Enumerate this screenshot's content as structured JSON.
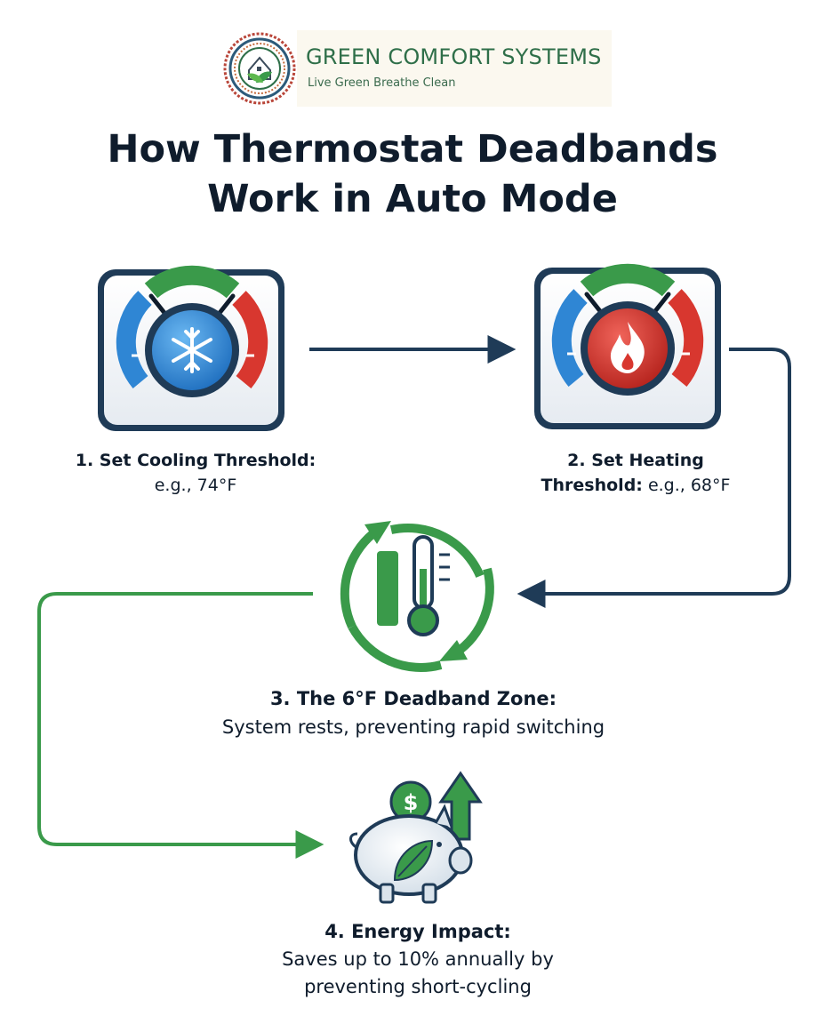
{
  "brand": {
    "name": "GREEN COMFORT SYSTEMS",
    "tagline": "Live Green Breathe Clean",
    "logo_icon": "house-leaf-seal-icon"
  },
  "title": {
    "line1": "How Thermostat Deadbands",
    "line2": "Work in Auto Mode"
  },
  "steps": [
    {
      "heading": "1. Set Cooling Threshold:",
      "text": "e.g., 74°F",
      "icon": "snowflake-dial-icon"
    },
    {
      "heading": "2. Set Heating Threshold:",
      "heading_a": "2. Set Heating",
      "heading_b": "Threshold:",
      "text": "e.g., 68°F",
      "icon": "flame-dial-icon"
    },
    {
      "heading": "3. The 6°F Deadband Zone:",
      "text": "System rests, preventing rapid switching",
      "icon": "thermometer-cycle-icon"
    },
    {
      "heading": "4. Energy Impact:",
      "text_a": "Saves up to 10% annually by",
      "text_b": "preventing short-cycling",
      "icon": "piggy-bank-leaf-icon"
    }
  ],
  "colors": {
    "navy": "#1f3b57",
    "green": "#3a9a4a",
    "blue": "#2f86d4",
    "red": "#d8372f"
  }
}
